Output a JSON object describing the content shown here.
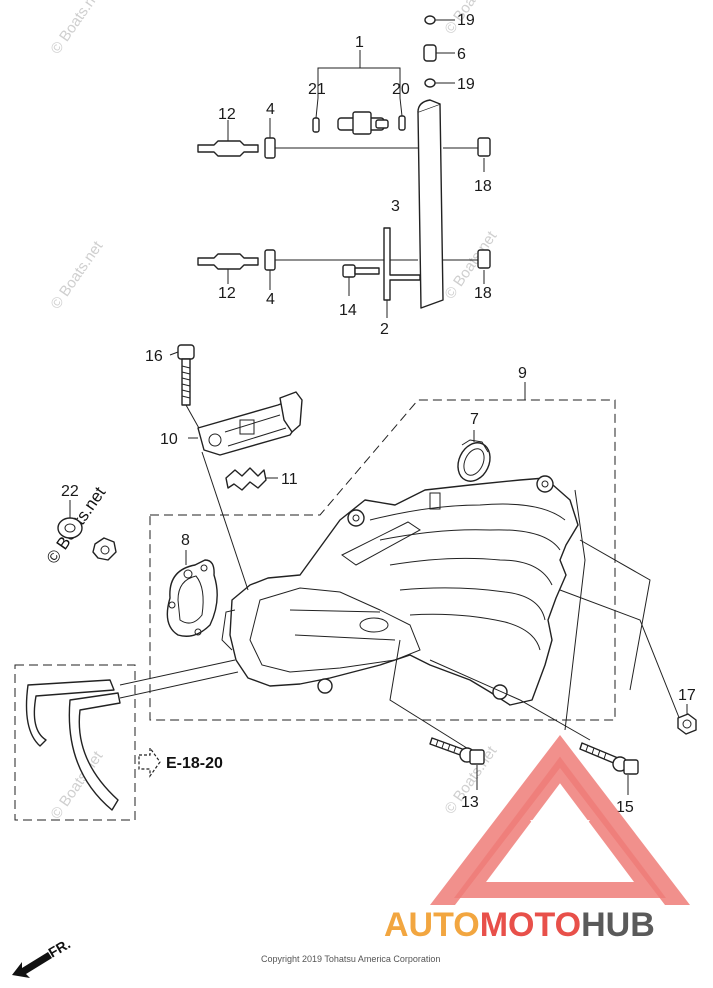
{
  "callouts": {
    "c1": "1",
    "c2": "2",
    "c3": "3",
    "c4a": "4",
    "c4b": "4",
    "c6": "6",
    "c7": "7",
    "c8": "8",
    "c9": "9",
    "c10": "10",
    "c11": "11",
    "c12a": "12",
    "c12b": "12",
    "c13": "13",
    "c14": "14",
    "c15": "15",
    "c16": "16",
    "c17": "17",
    "c18a": "18",
    "c18b": "18",
    "c19a": "19",
    "c19b": "19",
    "c20": "20",
    "c21": "21",
    "c22": "22"
  },
  "reference": {
    "label": "E-18-20"
  },
  "direction": {
    "label": "FR."
  },
  "watermark": {
    "text": "© Boats.net"
  },
  "copyright": {
    "text": "Copyright 2019 Tohatsu America Corporation"
  },
  "logo": {
    "part1": "AUTO",
    "part2": "MOTO",
    "part3": "HUB",
    "color_orange": "#f2a640",
    "color_red": "#e8504a",
    "color_gray": "#5a5a5a"
  }
}
